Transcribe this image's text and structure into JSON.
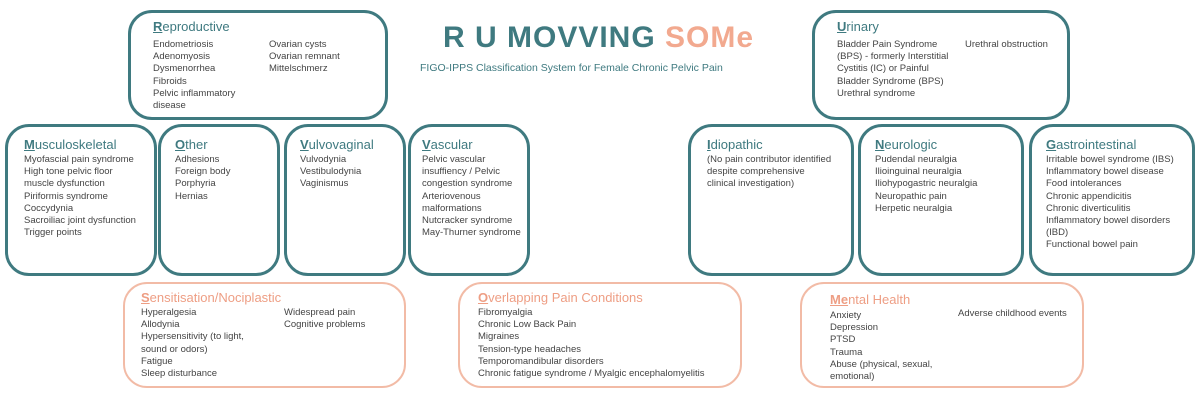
{
  "title": {
    "part1": "R U MOVVING ",
    "part2": "SOMe"
  },
  "subtitle": "FIGO-IPPS Classification System for Female Chronic Pelvic Pain",
  "categories": {
    "reproductive": {
      "initial": "R",
      "rest": "eproductive",
      "col1": [
        "Endometriosis",
        "Adenomyosis",
        "Dysmenorrhea",
        "Fibroids",
        "Pelvic inflammatory disease"
      ],
      "col2": [
        "Ovarian cysts",
        "Ovarian remnant",
        "Mittelschmerz"
      ]
    },
    "urinary": {
      "initial": "U",
      "rest": "rinary",
      "col1": [
        "Bladder Pain Syndrome (BPS) - formerly Interstitial Cystitis (IC) or Painful Bladder Syndrome (BPS)",
        "Urethral syndrome"
      ],
      "col2": [
        "Urethral obstruction"
      ]
    },
    "musculoskeletal": {
      "initial": "M",
      "rest": "usculoskeletal",
      "items": [
        "Myofascial pain syndrome",
        "High tone pelvic floor muscle dysfunction",
        "Piriformis syndrome",
        "Coccydynia",
        "Sacroiliac joint dysfunction",
        "Trigger points"
      ]
    },
    "other": {
      "initial": "O",
      "rest": "ther",
      "items": [
        "Adhesions",
        "Foreign body",
        "Porphyria",
        "Hernias"
      ]
    },
    "vulvovaginal": {
      "initial": "V",
      "rest": "ulvovaginal",
      "items": [
        "Vulvodynia",
        "Vestibulodynia",
        "Vaginismus"
      ]
    },
    "vascular": {
      "initial": "V",
      "rest": "ascular",
      "items": [
        "Pelvic vascular insuffiency / Pelvic congestion syndrome",
        "Arteriovenous malformations",
        "Nutcracker syndrome",
        "May-Thurner syndrome"
      ]
    },
    "idiopathic": {
      "initial": "I",
      "rest": "diopathic",
      "items": [
        "(No pain contributor identified despite comprehensive clinical investigation)"
      ]
    },
    "neurologic": {
      "initial": "N",
      "rest": "eurologic",
      "items": [
        "Pudendal neuralgia",
        "Ilioinguinal neuralgia",
        "Iliohypogastric neuralgia",
        "Neuropathic pain",
        "Herpetic neuralgia"
      ]
    },
    "gastrointestinal": {
      "initial": "G",
      "rest": "astrointestinal",
      "items": [
        "Irritable bowel syndrome (IBS)",
        "Inflammatory bowel disease",
        "Food intolerances",
        "Chronic appendicitis",
        "Chronic diverticulitis",
        "Inflammatory bowel disorders (IBD)",
        "Functional bowel pain"
      ]
    },
    "sensitisation": {
      "initial": "S",
      "rest": "ensitisation/Nociplastic",
      "col1": [
        "Hyperalgesia",
        "Allodynia",
        "Hypersensitivity (to light, sound or odors)",
        "Fatigue",
        "Sleep disturbance"
      ],
      "col2": [
        "Widespread pain",
        "Cognitive problems"
      ]
    },
    "overlapping": {
      "initial": "O",
      "rest": "verlapping Pain Conditions",
      "items": [
        "Fibromyalgia",
        "Chronic Low Back Pain",
        "Migraines",
        "Tension-type headaches",
        "Temporomandibular disorders",
        "Chronic fatigue syndrome / Myalgic encephalomyelitis"
      ]
    },
    "mental": {
      "initial": "Me",
      "rest": "ntal Health",
      "col1": [
        "Anxiety",
        "Depression",
        "PTSD",
        "Trauma",
        "Abuse (physical, sexual, emotional)"
      ],
      "col2": [
        "Adverse childhood events"
      ]
    }
  }
}
